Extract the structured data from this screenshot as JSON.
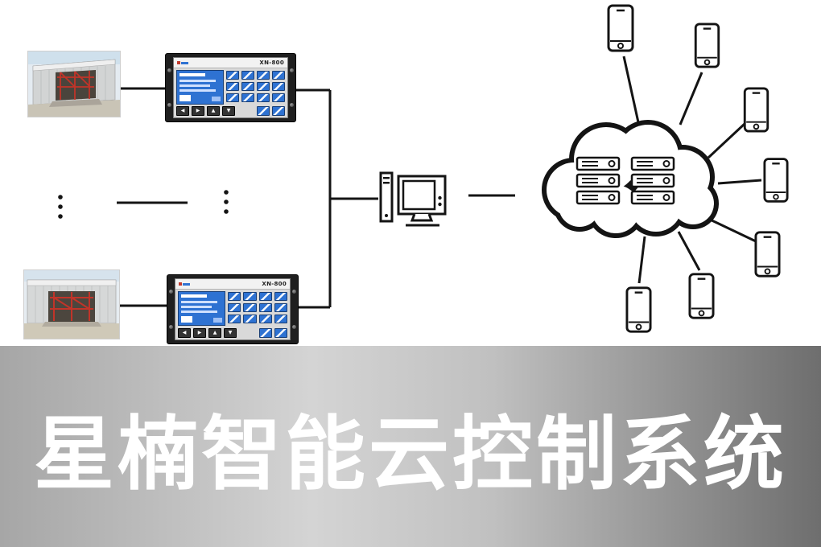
{
  "banner": {
    "title": "星楠智能云控制系统"
  },
  "controller": {
    "model_label": "XN-800",
    "nav_keys": [
      "◀",
      "▶",
      "▲",
      "▼"
    ]
  },
  "colors": {
    "line": "#141414",
    "banner_text": "#ffffff",
    "controller_screen_blue": "#2e72d2",
    "controller_key_blue": "#2e72d2",
    "scaffold_red": "#c13429"
  },
  "icons": {
    "computer": "desktop-computer-icon",
    "cloud": "cloud-servers-icon",
    "server": "server-rack-icon",
    "phone": "smartphone-icon",
    "ellipsis": "vertical-ellipsis-dots"
  }
}
